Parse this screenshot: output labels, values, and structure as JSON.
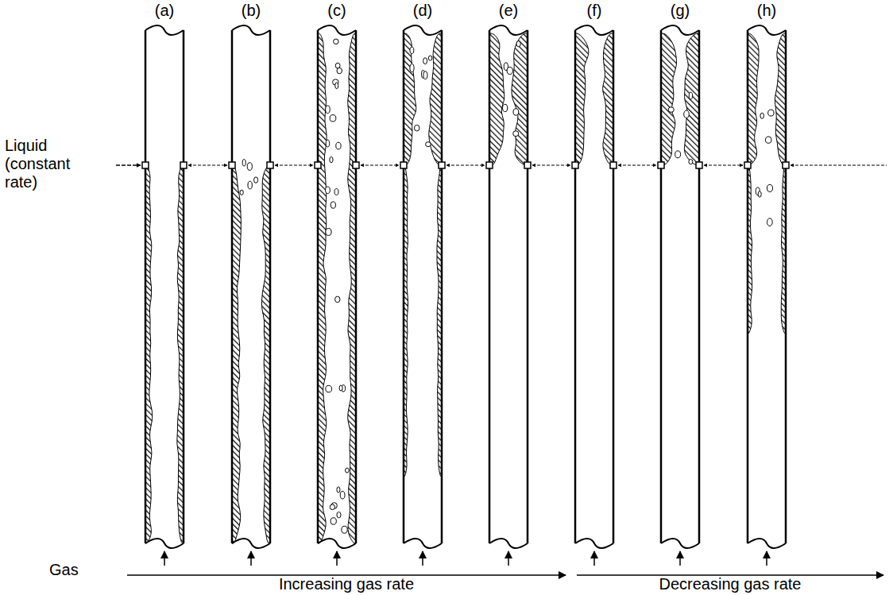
{
  "diagram": {
    "labels": [
      "(a)",
      "(b)",
      "(c)",
      "(d)",
      "(e)",
      "(f)",
      "(g)",
      "(h)",
      "Liquid (constant rate)",
      "Gas",
      "Increasing gas rate",
      "Decreasing gas rate"
    ]
  }
}
